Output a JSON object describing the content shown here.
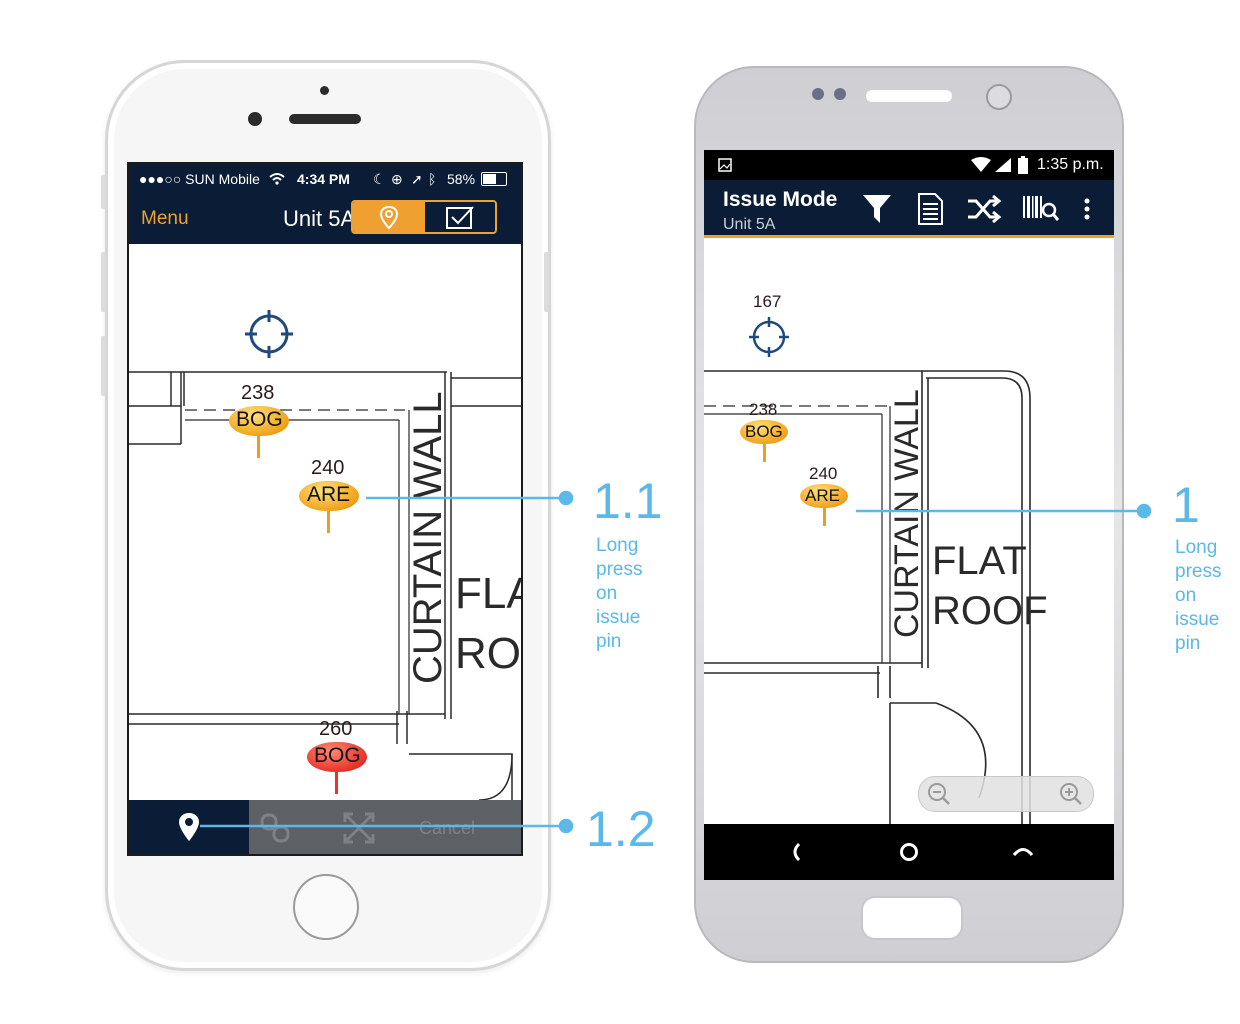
{
  "ios": {
    "status": {
      "carrier": "●●●○○ SUN Mobile",
      "time": "4:34 PM",
      "battery": "58%"
    },
    "nav": {
      "menu": "Menu",
      "title": "Unit 5A"
    },
    "plan": {
      "crosshair": "target-icon",
      "pins": [
        {
          "number": "238",
          "code": "BOG",
          "color": "#f2a21a"
        },
        {
          "number": "240",
          "code": "ARE",
          "color": "#f2a21a"
        },
        {
          "number": "260",
          "code": "BOG",
          "color": "#e8332a"
        }
      ],
      "labels": {
        "wall": "CURTAIN WALL",
        "flat": "FLAT",
        "roof": "ROOF"
      }
    },
    "toolbar": {
      "cancel": "Cancel"
    }
  },
  "android": {
    "status": {
      "time": "1:35 p.m."
    },
    "appbar": {
      "title": "Issue Mode",
      "subtitle": "Unit 5A"
    },
    "plan": {
      "crosshair_number": "167",
      "pins": [
        {
          "number": "238",
          "code": "BOG",
          "color": "#f2a21a"
        },
        {
          "number": "240",
          "code": "ARE",
          "color": "#f2a21a"
        }
      ],
      "labels": {
        "wall": "CURTAIN WALL",
        "flat": "FLAT",
        "roof": "ROOF"
      }
    }
  },
  "annotations": {
    "ios_pin": {
      "number": "1.1",
      "text": [
        "Long",
        "press",
        "on",
        "issue",
        "pin"
      ]
    },
    "ios_toolbar": {
      "number": "1.2"
    },
    "android_pin": {
      "number": "1",
      "text": [
        "Long",
        "press",
        "on",
        "issue",
        "pin"
      ]
    }
  },
  "colors": {
    "navy": "#0b1d36",
    "accent": "#f0a030",
    "callout": "#5bb8e8"
  }
}
